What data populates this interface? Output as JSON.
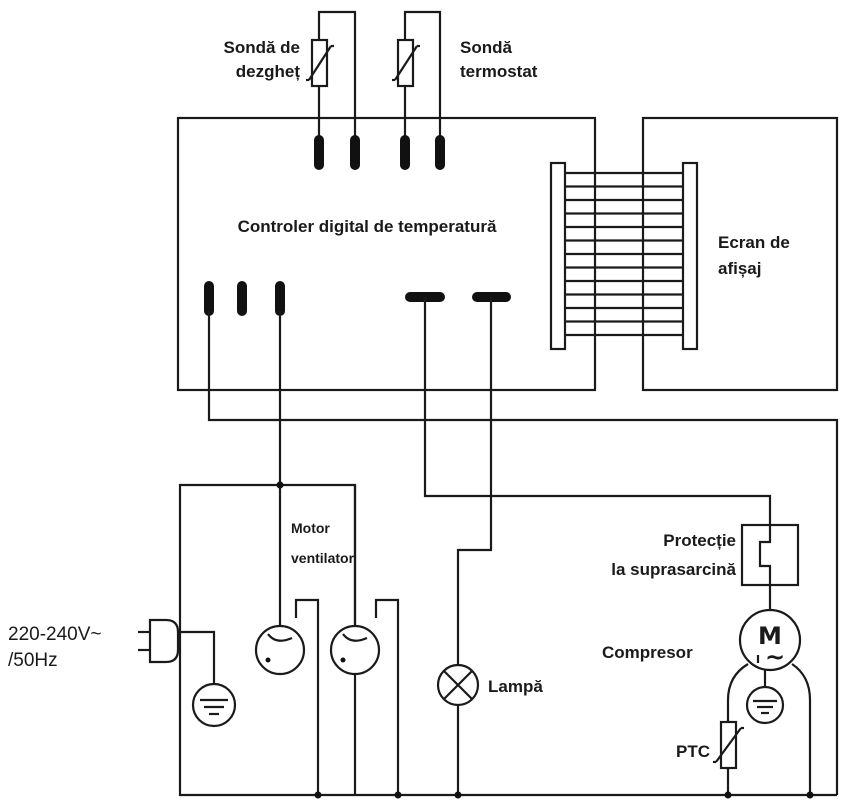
{
  "labels": {
    "defrost_probe": [
      "Sondă de",
      "dezgheț"
    ],
    "thermostat_probe": [
      "Sondă",
      "termostat"
    ],
    "controller": "Controler digital de temperatură",
    "display": [
      "Ecran de",
      "afișaj"
    ],
    "fan_motor": [
      "Motor",
      "ventilator"
    ],
    "power": [
      "220-240V~",
      "/50Hz"
    ],
    "overload": [
      "Protecție",
      "la suprasarcină"
    ],
    "compressor": "Compresor",
    "motor_symbol": "M",
    "motor_ac": "~",
    "lamp": "Lampă",
    "ptc": "PTC"
  },
  "colors": {
    "line": "#1a1a1a",
    "background": "#ffffff"
  }
}
